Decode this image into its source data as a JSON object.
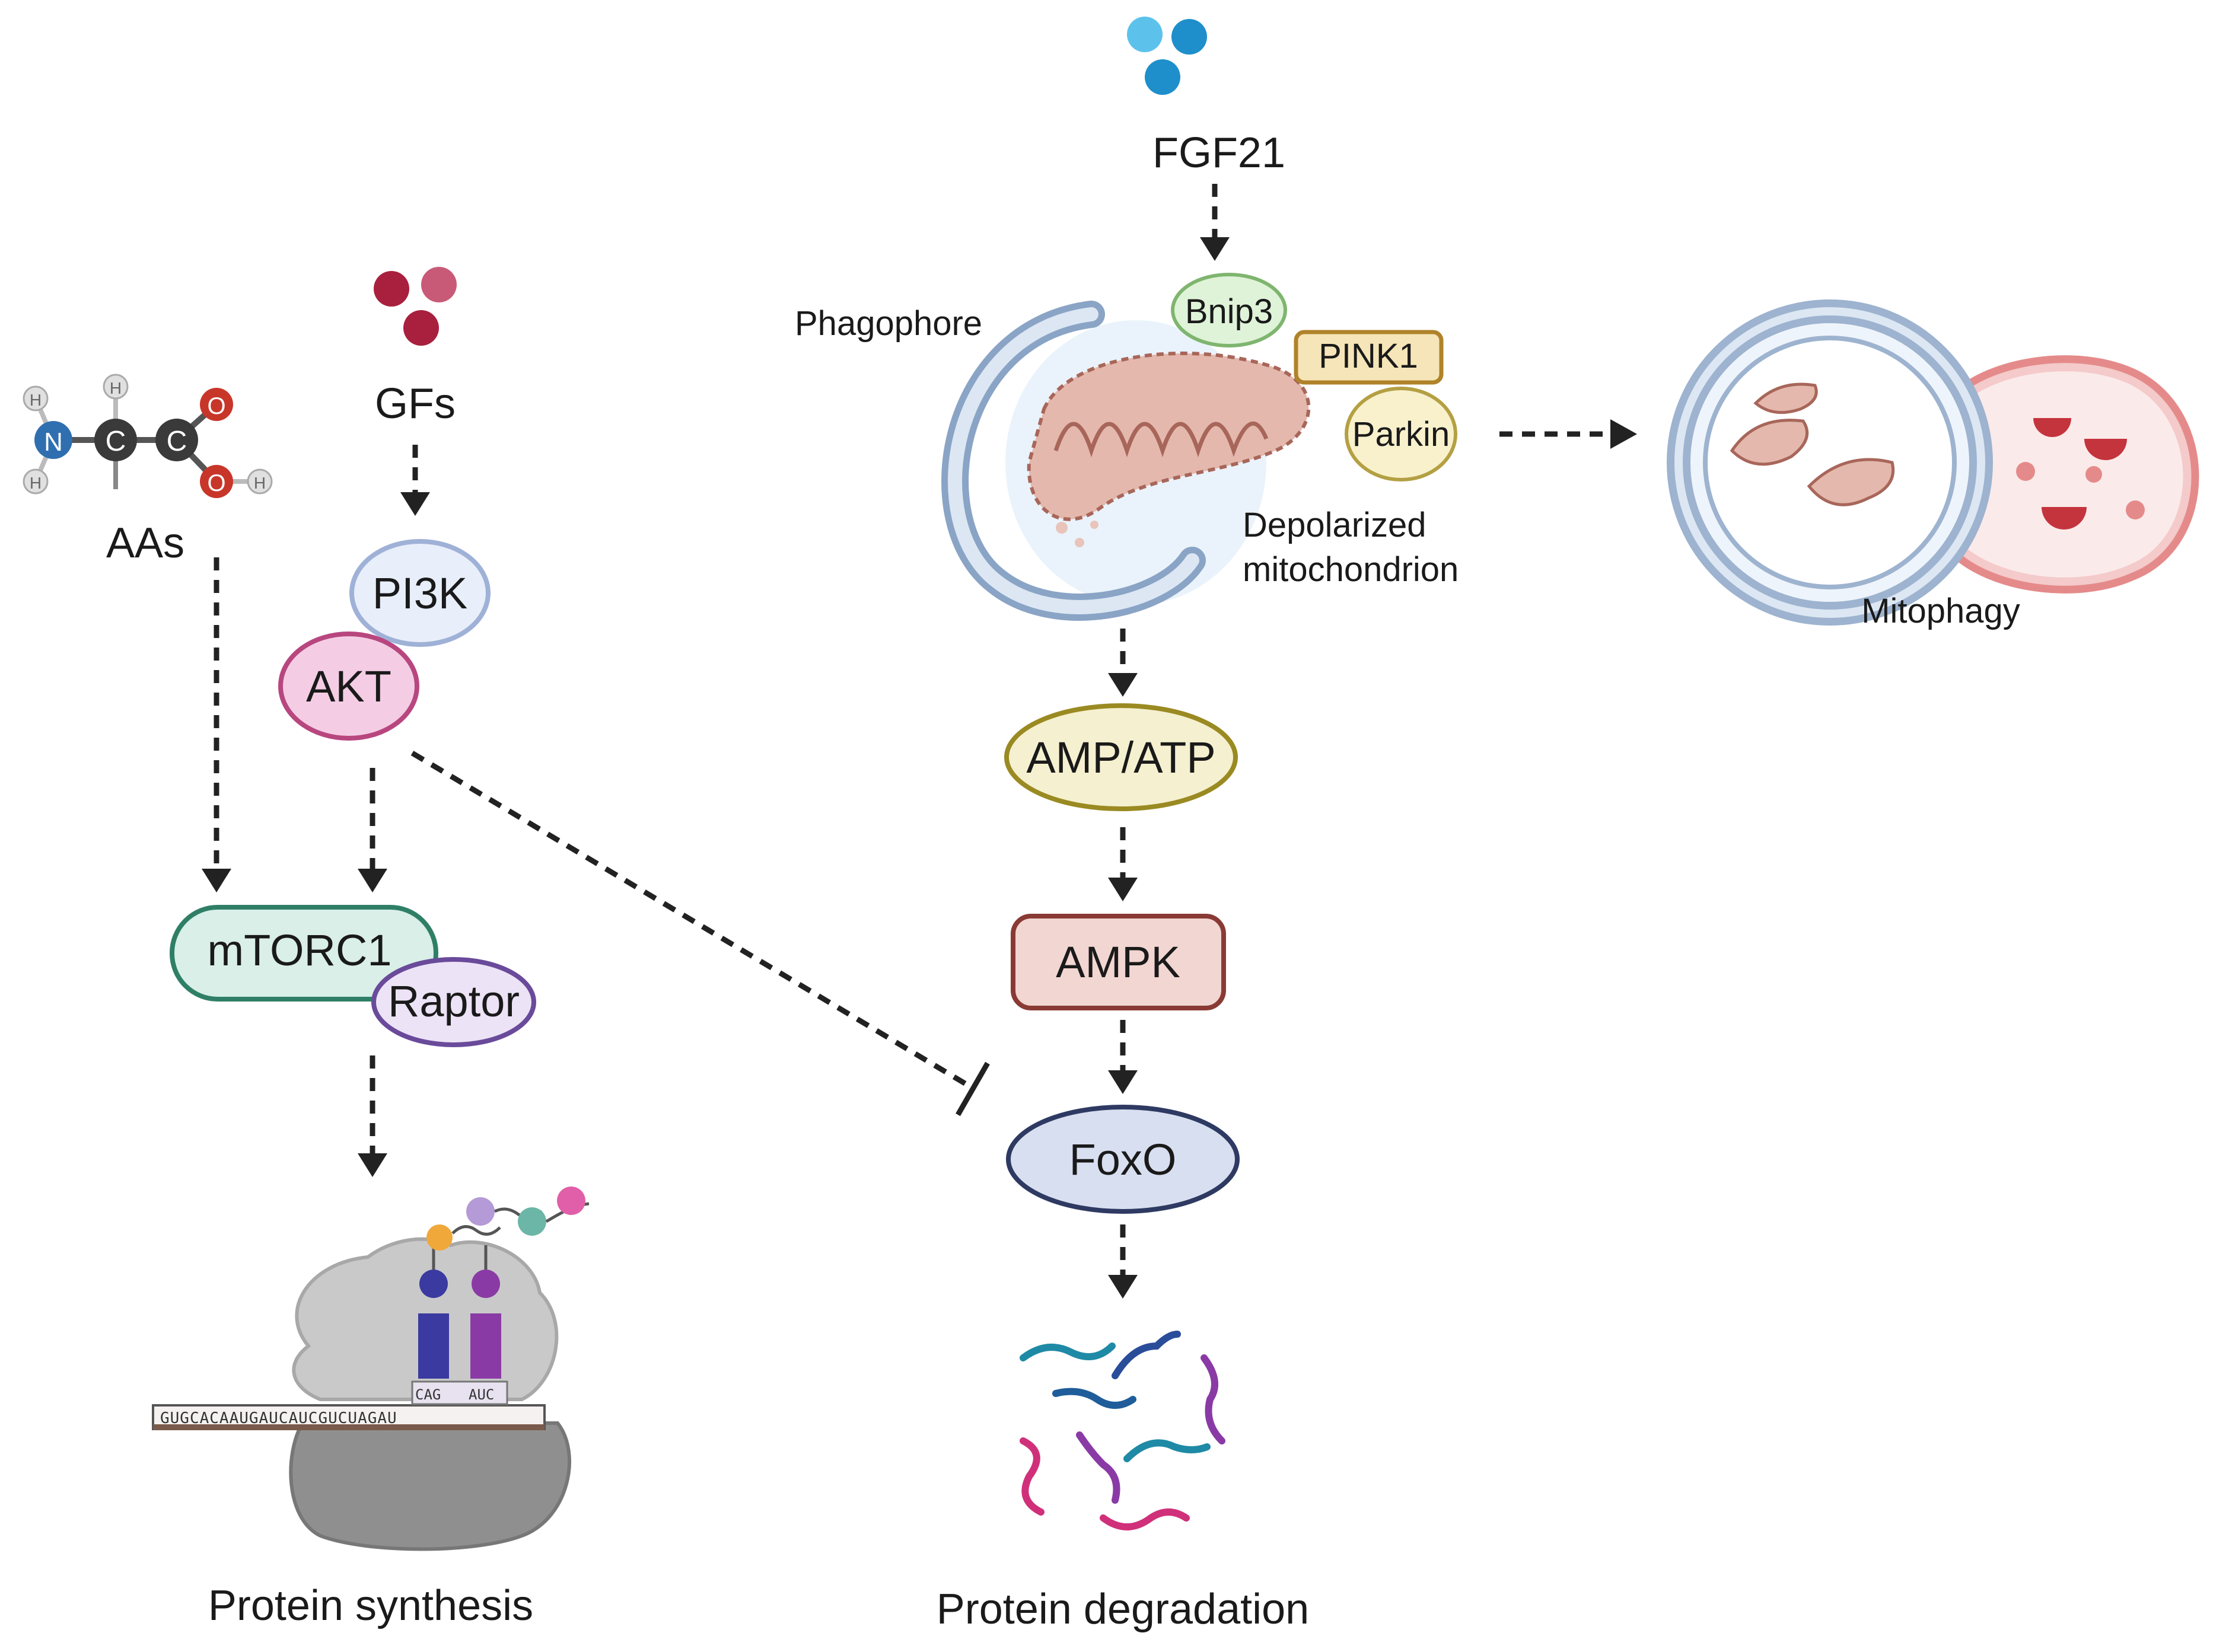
{
  "labels": {
    "aas": "AAs",
    "gfs": "GFs",
    "fgf21": "FGF21",
    "pi3k": "PI3K",
    "akt": "AKT",
    "mtorc1": "mTORC1",
    "raptor": "Raptor",
    "phagophore": "Phagophore",
    "bnip3": "Bnip3",
    "pink1": "PINK1",
    "parkin": "Parkin",
    "depolarized_1": "Depolarized",
    "depolarized_2": "mitochondrion",
    "mitophagy": "Mitophagy",
    "amp_atp": "AMP/ATP",
    "ampk": "AMPK",
    "foxo": "FoxO",
    "protein_synthesis": "Protein synthesis",
    "protein_degradation": "Protein degradation"
  },
  "molecule_atoms": {
    "n": "N",
    "c1": "C",
    "c2": "C",
    "o1": "O",
    "o2": "O",
    "h1": "H",
    "h2": "H",
    "h3": "H",
    "h4": "H"
  },
  "mrna_sequence": "GUGCACAAUGAUCAUCGUCUAGAU",
  "anticodons": [
    "CAG",
    "AUC"
  ],
  "colors": {
    "pi3k_fill": "#e8eefa",
    "pi3k_stroke": "#9fb1d6",
    "akt_fill": "#f4cde4",
    "akt_stroke": "#b8467f",
    "mtorc1_fill": "#d9efe8",
    "mtorc1_stroke": "#2f7f66",
    "raptor_fill": "#ece3f6",
    "raptor_stroke": "#6a4a9a",
    "amp_fill": "#f5f0cf",
    "amp_stroke": "#9a8a22",
    "ampk_fill": "#f2d6d2",
    "ampk_stroke": "#8a3a34",
    "foxo_fill": "#d8dff0",
    "foxo_stroke": "#2e3a62",
    "fgf21_dot": "#2aa4dc",
    "gf_dot": "#a8203e",
    "phagophore": "#9db3cf",
    "lysosome": "#e58a8a"
  }
}
